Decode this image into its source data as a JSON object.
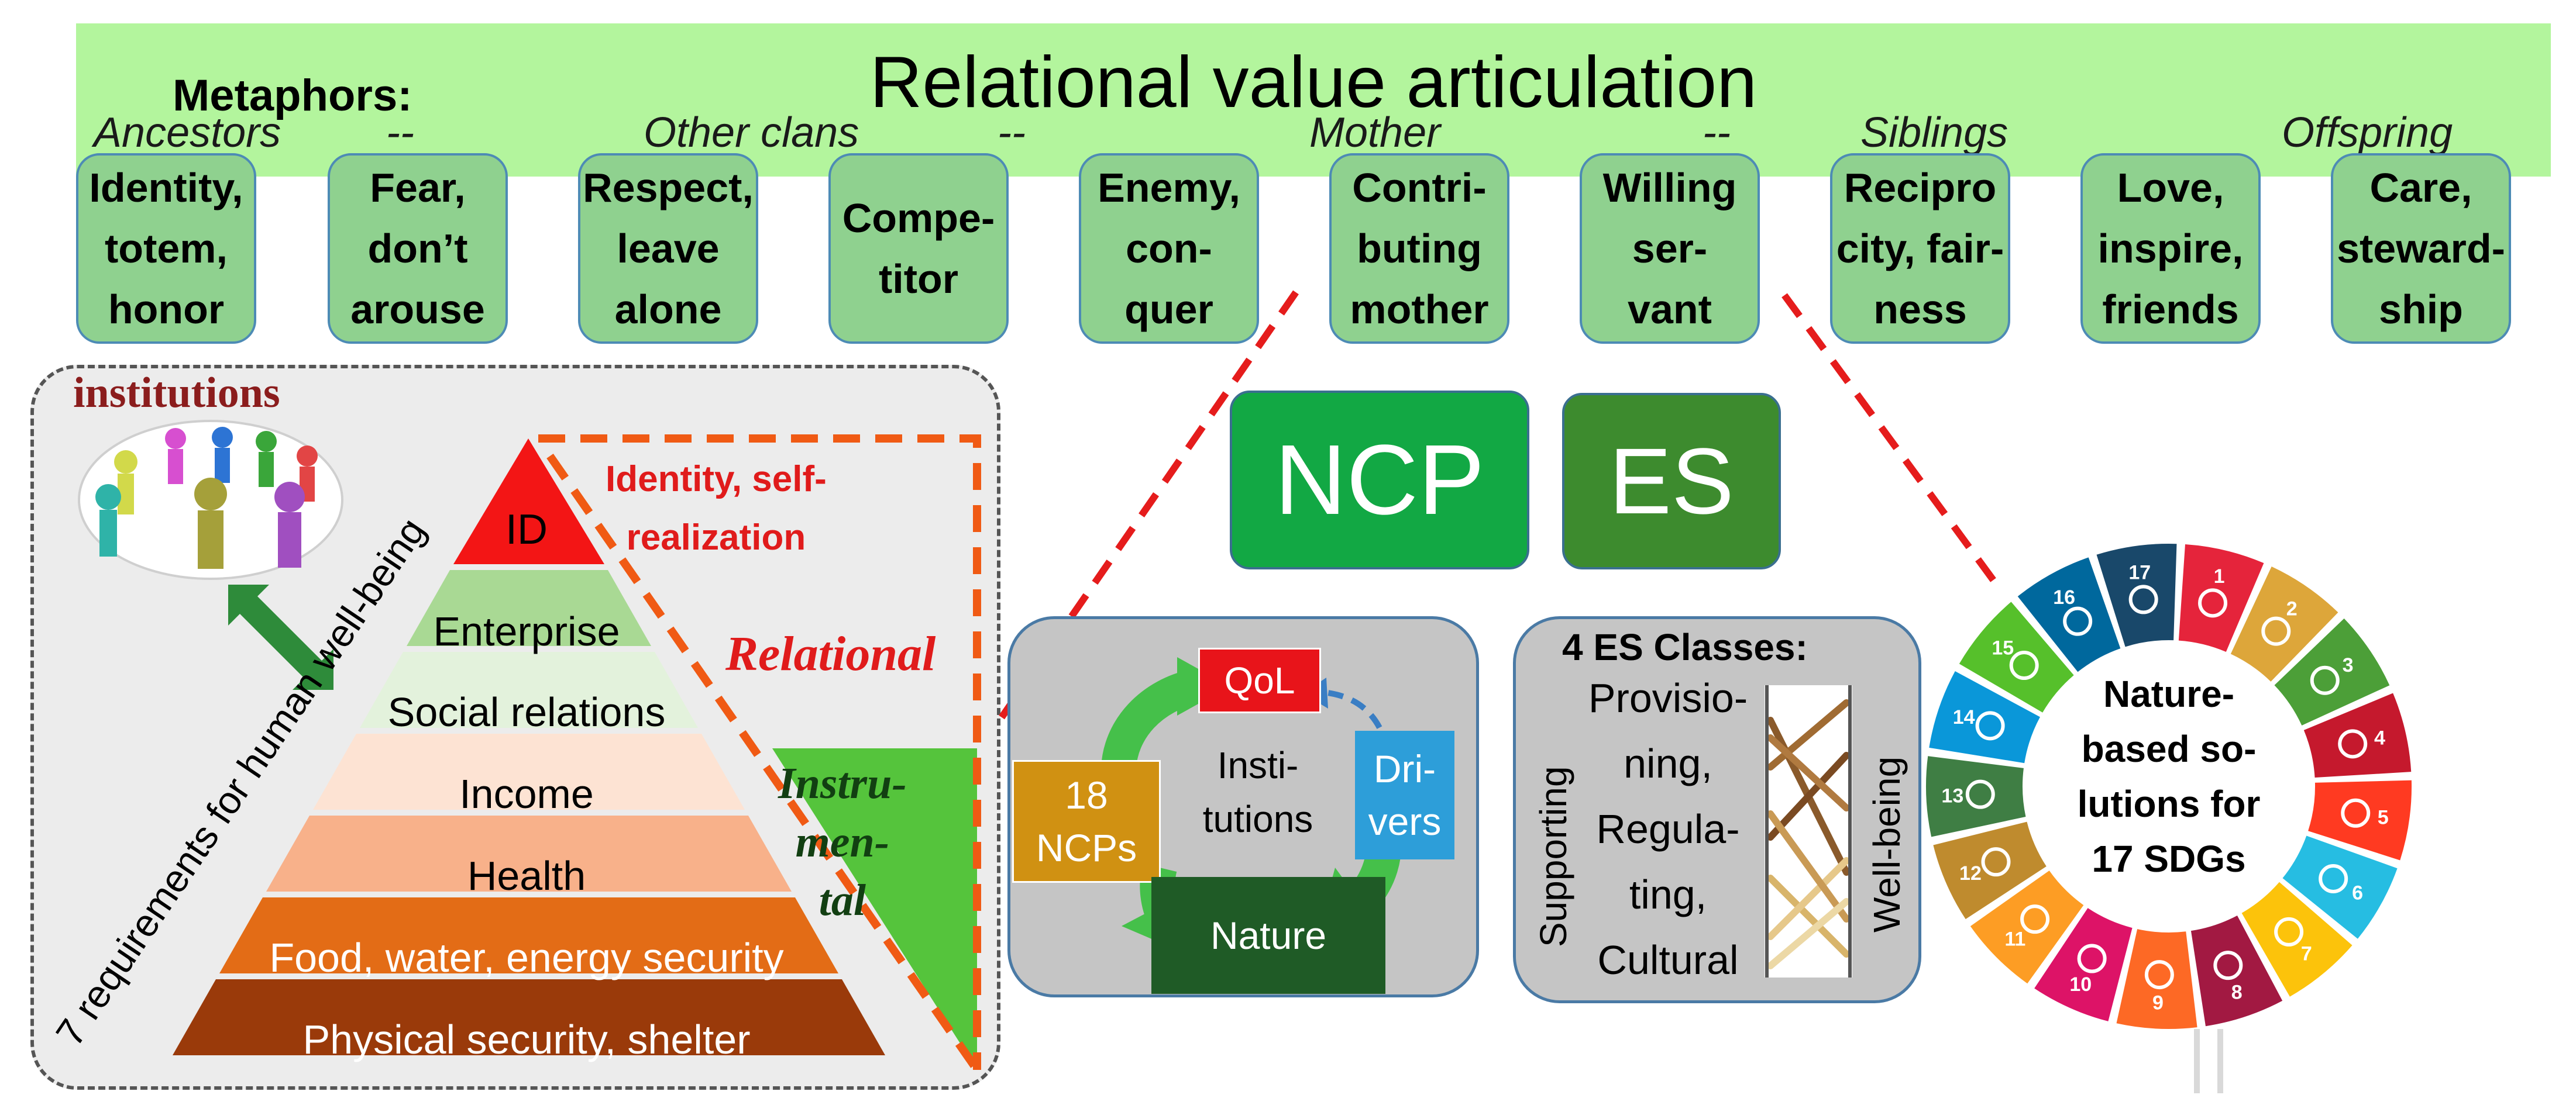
{
  "header": {
    "title": "Relational value articulation",
    "metaphors_label": "Metaphors:",
    "metaphors": [
      "Ancestors",
      "--",
      "Other clans",
      "--",
      "Mother",
      "--",
      "Siblings",
      "Offspring"
    ]
  },
  "value_boxes": [
    "Identity,\ntotem,\nhonor",
    "Fear,\ndon’t\narouse",
    "Respect,\nleave\nalone",
    "Compe-\ntitor",
    "Enemy,\ncon-\nquer",
    "Contri-\nbuting\nmother",
    "Willing\nser-\nvant",
    "Recipro\ncity, fair-\nness",
    "Love,\ninspire,\nfriends",
    "Care,\nsteward-\nship"
  ],
  "institutions": {
    "label": "institutions"
  },
  "pyramid": {
    "axis_label": "7 requirements for human well-being",
    "levels": [
      {
        "label": "ID",
        "color": "#f31515"
      },
      {
        "label": "Enterprise",
        "color": "#a9d994"
      },
      {
        "label": "Social relations",
        "color": "#e3f2dc"
      },
      {
        "label": "Income",
        "color": "#fde3d3"
      },
      {
        "label": "Health",
        "color": "#f8b18a"
      },
      {
        "label": "Food, water, energy security",
        "color": "#e36c16"
      },
      {
        "label": "Physical security, shelter",
        "color": "#9a3a0a"
      }
    ],
    "identity_text": "Identity, self-\nrealization",
    "relational_text": "Relational",
    "instrumental_text": "Instru-\nmen-\ntal"
  },
  "acronyms": {
    "ncp": {
      "label": "NCP",
      "color": "#12a844"
    },
    "es": {
      "label": "ES",
      "color": "#3d8b2e"
    }
  },
  "ncp_cycle": {
    "qol": "QoL",
    "drivers": "Dri-\nvers",
    "institutions": "Insti-\ntutions",
    "ncps": "18\nNCPs",
    "nature": "Nature"
  },
  "es_classes": {
    "title": "4 ES Classes:",
    "supporting": "Supporting",
    "classes": "Provisio-\nning,\nRegula-\nting,\nCultural",
    "wellbeing": "Well-being"
  },
  "sdg": {
    "center_text": "Nature-\nbased so-\nlutions for\n17 SDGs",
    "numbers": [
      "1",
      "2",
      "3",
      "4",
      "5",
      "6",
      "7",
      "8",
      "9",
      "10",
      "11",
      "12",
      "13",
      "14",
      "15",
      "16",
      "17"
    ],
    "colors": [
      "#e5243b",
      "#dda63a",
      "#4c9f38",
      "#c5192d",
      "#ff3a21",
      "#26bde2",
      "#fcc30b",
      "#a21942",
      "#fd6925",
      "#dd1367",
      "#fd9d24",
      "#bf8b2e",
      "#3f7e44",
      "#0a97d9",
      "#56c02b",
      "#00689d",
      "#19486a"
    ]
  }
}
